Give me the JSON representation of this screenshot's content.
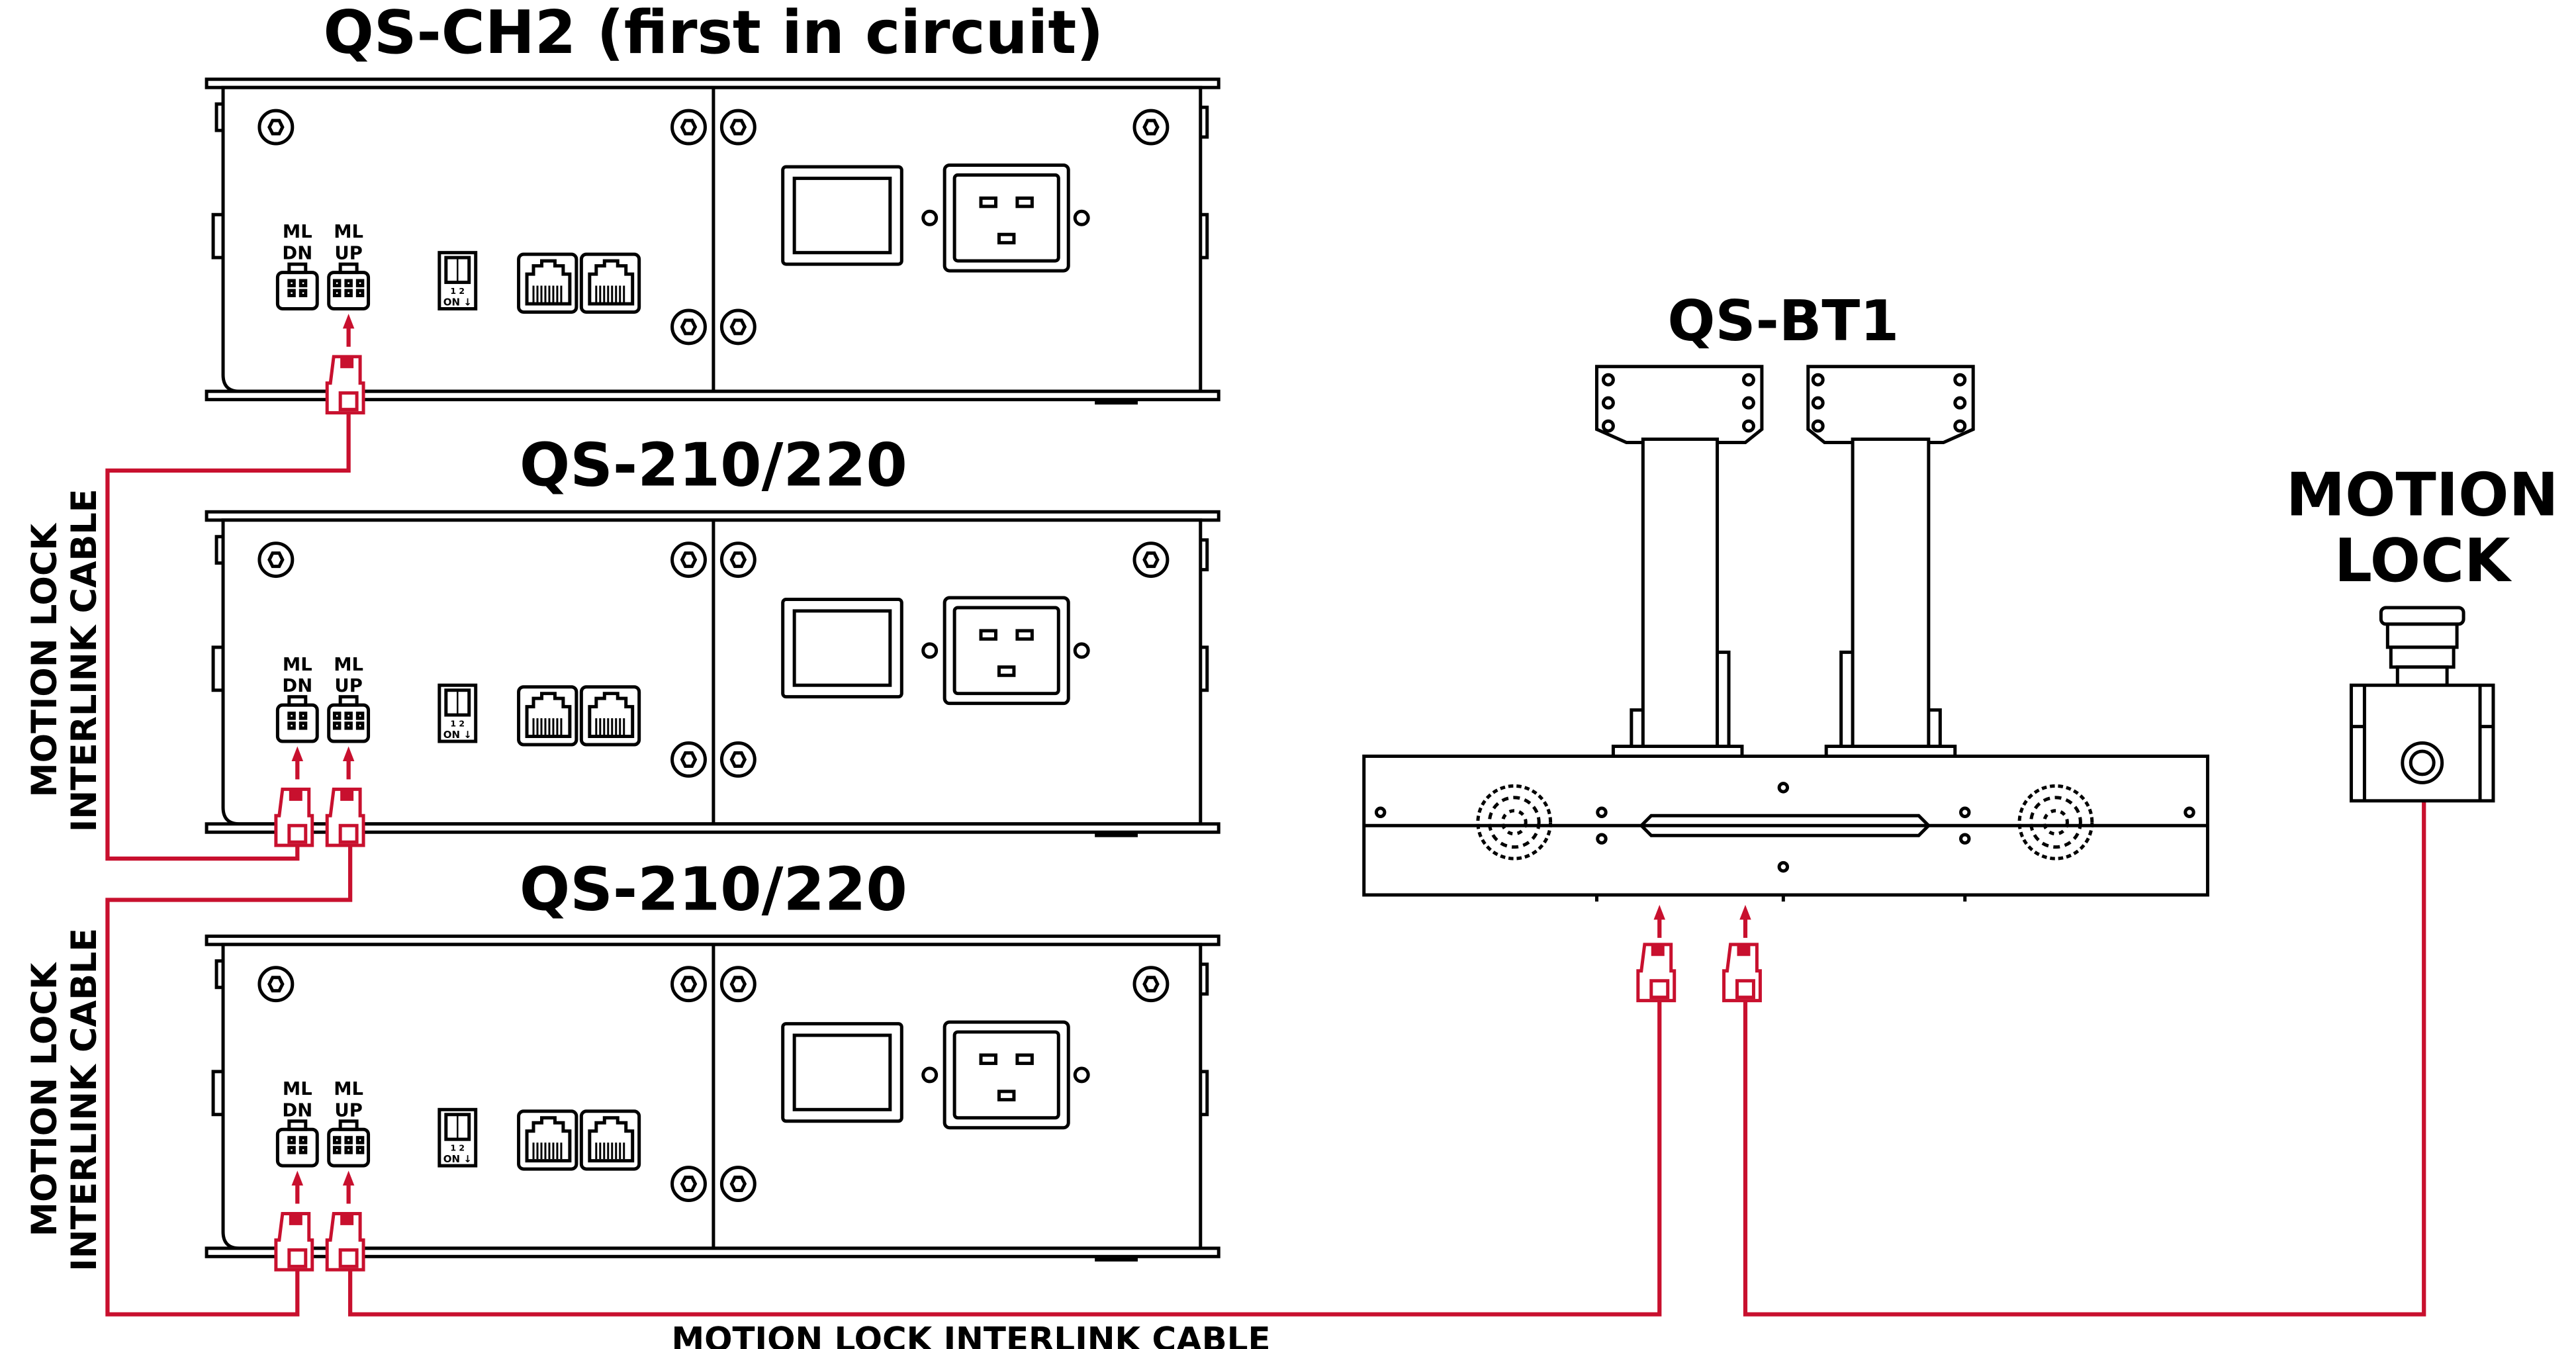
{
  "colors": {
    "cable": "#c8102e",
    "outline": "#000000",
    "background": "#ffffff"
  },
  "units": [
    {
      "title": "QS-CH2 (first in circuit)",
      "ml_dn": [
        "ML",
        "DN"
      ],
      "ml_up": [
        "ML",
        "UP"
      ],
      "dip": {
        "numbers": "1  2",
        "on": "ON ↓"
      }
    },
    {
      "title": "QS-210/220",
      "ml_dn": [
        "ML",
        "DN"
      ],
      "ml_up": [
        "ML",
        "UP"
      ],
      "dip": {
        "numbers": "1  2",
        "on": "ON ↓"
      }
    },
    {
      "title": "QS-210/220",
      "ml_dn": [
        "ML",
        "DN"
      ],
      "ml_up": [
        "ML",
        "UP"
      ],
      "dip": {
        "numbers": "1  2",
        "on": "ON ↓"
      }
    }
  ],
  "cable_labels": {
    "side_1": [
      "MOTION LOCK",
      "INTERLINK CABLE"
    ],
    "side_2": [
      "MOTION LOCK",
      "INTERLINK CABLE"
    ],
    "bottom": "MOTION LOCK INTERLINK CABLE"
  },
  "base": {
    "title": "QS-BT1"
  },
  "motion_lock": {
    "title": [
      "MOTION",
      "LOCK"
    ]
  }
}
